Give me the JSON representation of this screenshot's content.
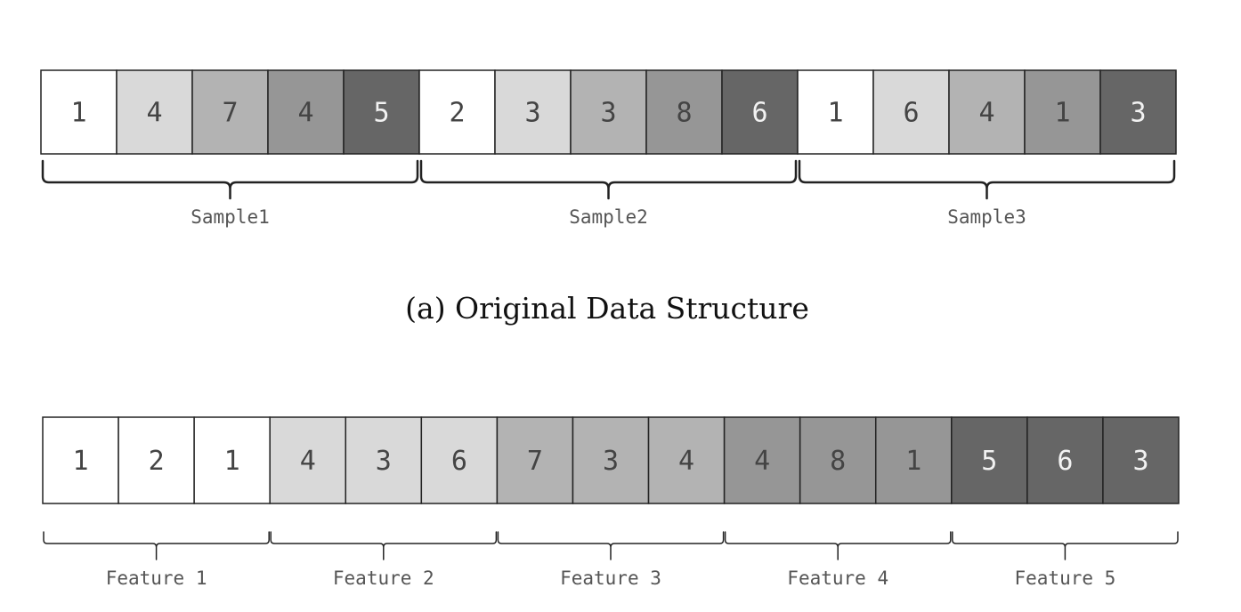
{
  "shade_colors": {
    "shade1": "#ffffff",
    "shade2": "#d9d9d9",
    "shade3": "#b3b3b3",
    "shade4": "#969696",
    "shade5": "#666666"
  },
  "top_diagram": {
    "groups": [
      {
        "label": "Sample1",
        "cells": [
          {
            "value": "1",
            "shade": "shade1"
          },
          {
            "value": "4",
            "shade": "shade2"
          },
          {
            "value": "7",
            "shade": "shade3"
          },
          {
            "value": "4",
            "shade": "shade4"
          },
          {
            "value": "5",
            "shade": "shade5"
          }
        ]
      },
      {
        "label": "Sample2",
        "cells": [
          {
            "value": "2",
            "shade": "shade1"
          },
          {
            "value": "3",
            "shade": "shade2"
          },
          {
            "value": "3",
            "shade": "shade3"
          },
          {
            "value": "8",
            "shade": "shade4"
          },
          {
            "value": "6",
            "shade": "shade5"
          }
        ]
      },
      {
        "label": "Sample3",
        "cells": [
          {
            "value": "1",
            "shade": "shade1"
          },
          {
            "value": "6",
            "shade": "shade2"
          },
          {
            "value": "4",
            "shade": "shade3"
          },
          {
            "value": "1",
            "shade": "shade4"
          },
          {
            "value": "3",
            "shade": "shade5"
          }
        ]
      }
    ],
    "caption": "(a) Original Data Structure"
  },
  "bottom_diagram": {
    "groups": [
      {
        "label": "Feature 1",
        "cells": [
          {
            "value": "1",
            "shade": "shade1"
          },
          {
            "value": "2",
            "shade": "shade1"
          },
          {
            "value": "1",
            "shade": "shade1"
          }
        ]
      },
      {
        "label": "Feature 2",
        "cells": [
          {
            "value": "4",
            "shade": "shade2"
          },
          {
            "value": "3",
            "shade": "shade2"
          },
          {
            "value": "6",
            "shade": "shade2"
          }
        ]
      },
      {
        "label": "Feature 3",
        "cells": [
          {
            "value": "7",
            "shade": "shade3"
          },
          {
            "value": "3",
            "shade": "shade3"
          },
          {
            "value": "4",
            "shade": "shade3"
          }
        ]
      },
      {
        "label": "Feature 4",
        "cells": [
          {
            "value": "4",
            "shade": "shade4"
          },
          {
            "value": "8",
            "shade": "shade4"
          },
          {
            "value": "1",
            "shade": "shade4"
          }
        ]
      },
      {
        "label": "Feature 5",
        "cells": [
          {
            "value": "5",
            "shade": "shade5"
          },
          {
            "value": "6",
            "shade": "shade5"
          },
          {
            "value": "3",
            "shade": "shade5"
          }
        ]
      }
    ]
  }
}
